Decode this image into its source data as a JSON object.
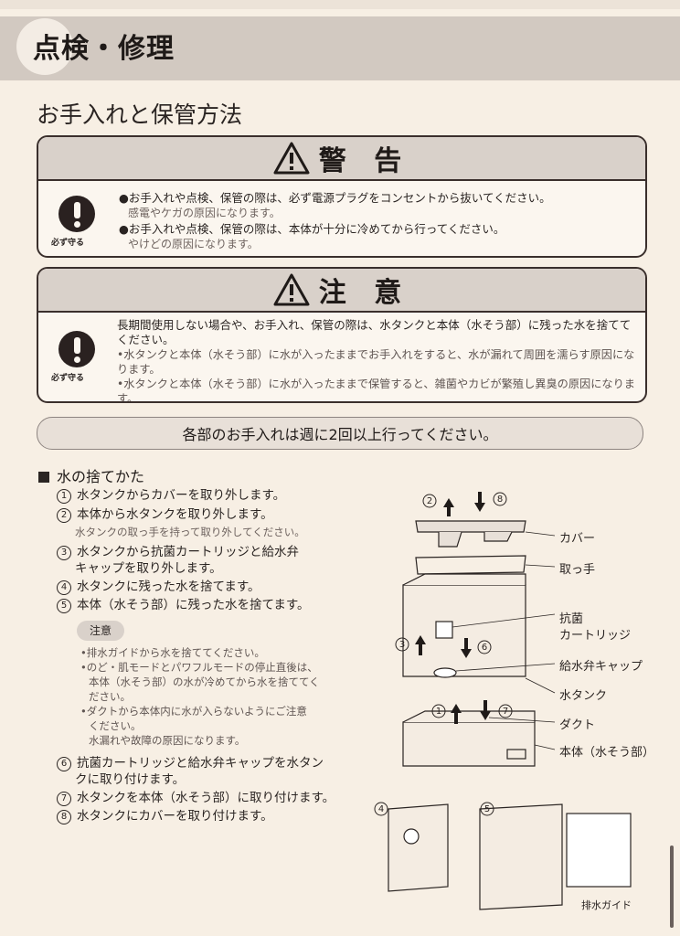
{
  "header": {
    "title": "点検・修理"
  },
  "section": {
    "title": "お手入れと保管方法"
  },
  "warning": {
    "title": "警 告",
    "mark_label": "必ず守る",
    "items": [
      {
        "text": "●お手入れや点検、保管の際は、必ず電源プラグをコンセントから抜いてください。",
        "sub": "感電やケガの原因になります。"
      },
      {
        "text": "●お手入れや点検、保管の際は、本体が十分に冷めてから行ってください。",
        "sub": "やけどの原因になります。"
      }
    ]
  },
  "caution": {
    "title": "注 意",
    "mark_label": "必ず守る",
    "main": "長期間使用しない場合や、お手入れ、保管の際は、水タンクと本体（水そう部）に残った水を捨ててください。",
    "bullets": [
      "•水タンクと本体（水そう部）に水が入ったままでお手入れをすると、水が漏れて周囲を濡らす原因になります。",
      "•水タンクと本体（水そう部）に水が入ったままで保管すると、雑菌やカビが繁殖し異臭の原因になります。"
    ]
  },
  "banner": {
    "text": "各部のお手入れは週に2回以上行ってください。"
  },
  "drain": {
    "heading": "水の捨てかた",
    "steps": [
      {
        "num": "1",
        "text": "水タンクからカバーを取り外します。"
      },
      {
        "num": "2",
        "text": "本体から水タンクを取り外します。"
      },
      {
        "num": "3",
        "text": "水タンクから抗菌カートリッジと給水弁"
      },
      {
        "num": "4",
        "text": "水タンクに残った水を捨てます。"
      },
      {
        "num": "5",
        "text": "本体（水そう部）に残った水を捨てます。"
      },
      {
        "num": "6",
        "text": "抗菌カートリッジと給水弁キャップを水タン"
      },
      {
        "num": "7",
        "text": "水タンクを本体（水そう部）に取り付けます。"
      },
      {
        "num": "8",
        "text": "水タンクにカバーを取り付けます。"
      }
    ],
    "step2_note": "水タンクの取っ手を持って取り外してください。",
    "step3_cont": "キャップを取り外します。",
    "step6_cont": "クに取り付けます。",
    "chui_label": "注意",
    "notes": [
      "•排水ガイドから水を捨ててください。",
      "•のど・肌モードとパワフルモードの停止直後は、",
      "本体（水そう部）の水が冷めてから水を捨ててく",
      "ださい。",
      "•ダクトから本体内に水が入らないようにご注意",
      "ください。",
      "水漏れや故障の原因になります。"
    ]
  },
  "diagram": {
    "labels": {
      "cover": "カバー",
      "handle": "取っ手",
      "cartridge_1": "抗菌",
      "cartridge_2": "カートリッジ",
      "valve_cap": "給水弁キャップ",
      "tank": "水タンク",
      "duct": "ダクト",
      "body": "本体（水そう部）",
      "drain_guide": "排水ガイド"
    },
    "nums": {
      "n1": "1",
      "n2": "2",
      "n3": "3",
      "n4": "4",
      "n5": "5",
      "n6": "6",
      "n7": "7",
      "n8": "8"
    }
  }
}
